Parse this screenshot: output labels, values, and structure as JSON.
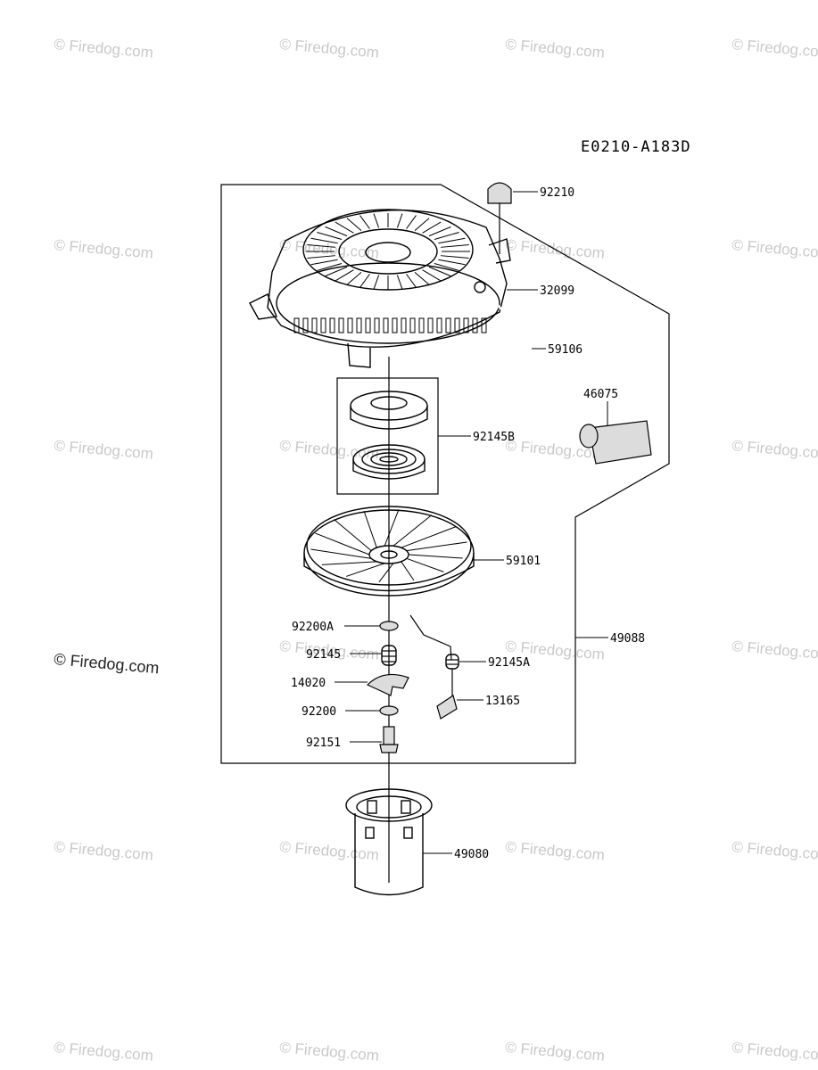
{
  "diagram_code": "E0210-A183D",
  "watermark": "© Firedog.com",
  "callouts": [
    {
      "id": "92210"
    },
    {
      "id": "32099"
    },
    {
      "id": "59106"
    },
    {
      "id": "46075"
    },
    {
      "id": "92145B"
    },
    {
      "id": "59101"
    },
    {
      "id": "49088"
    },
    {
      "id": "92200A"
    },
    {
      "id": "92145"
    },
    {
      "id": "92145A"
    },
    {
      "id": "14020"
    },
    {
      "id": "13165"
    },
    {
      "id": "92200"
    },
    {
      "id": "92151"
    },
    {
      "id": "49080"
    }
  ]
}
